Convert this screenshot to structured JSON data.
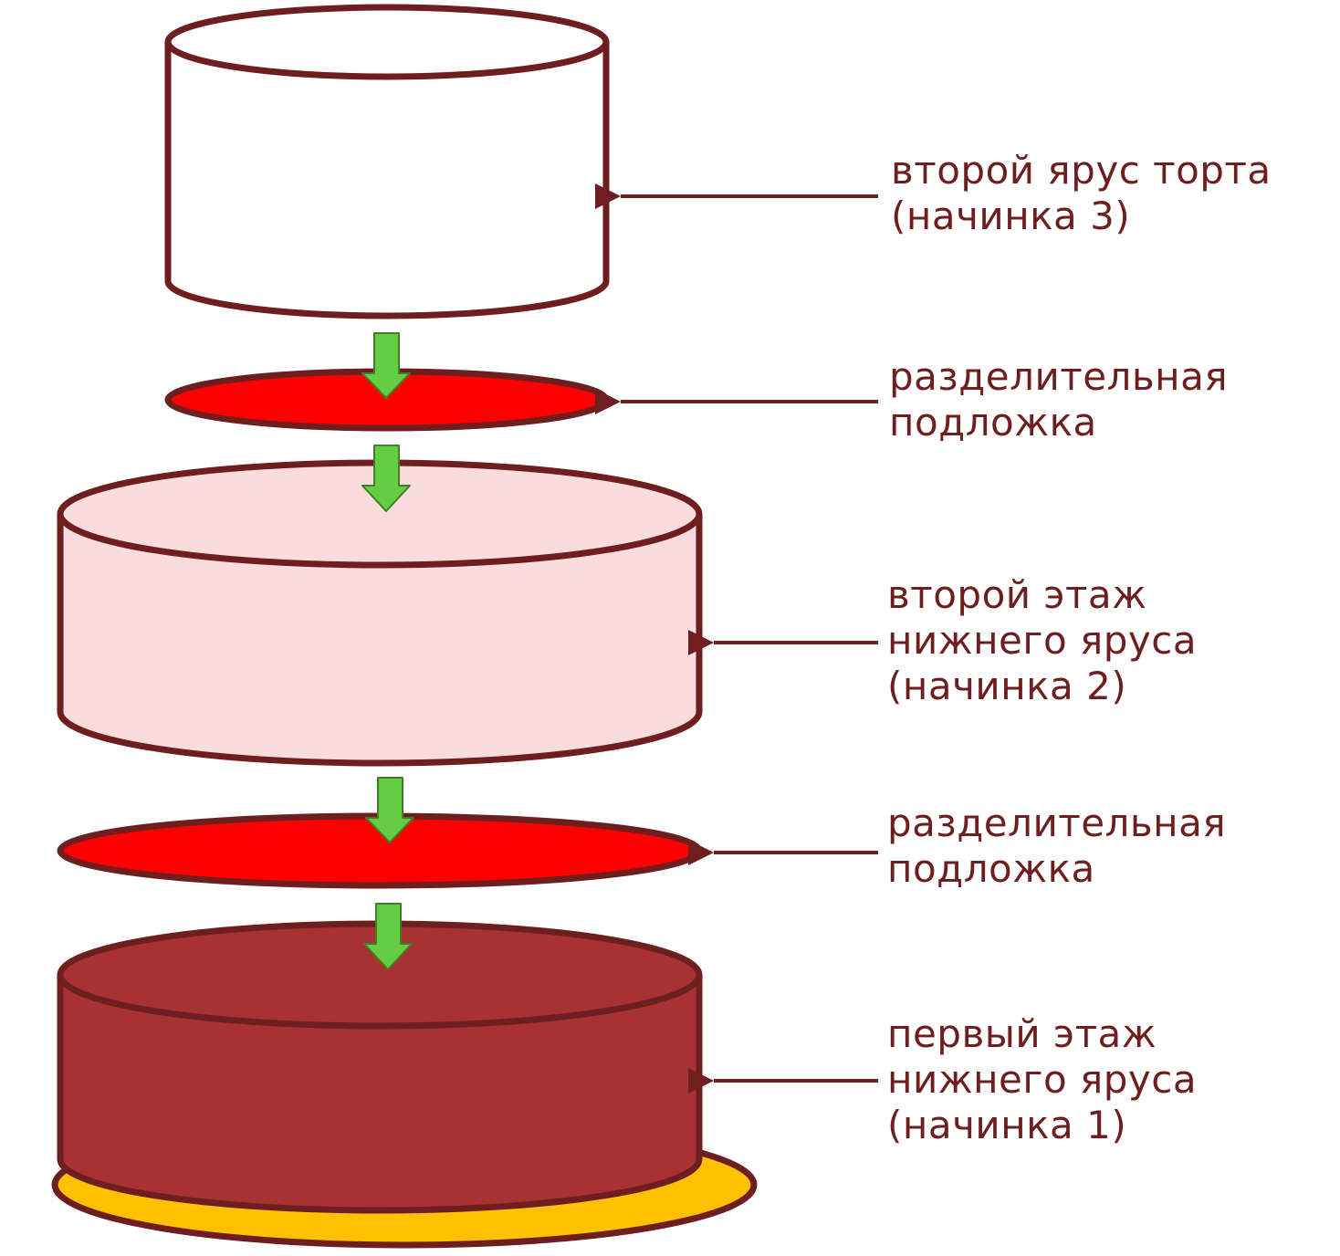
{
  "colors": {
    "outline": "#6e1e1e",
    "top_tier_fill": "#ffffff",
    "separator_fill": "#ff0000",
    "middle_layer_fill": "#f9dcdc",
    "bottom_layer_fill": "#a83232",
    "base_board_fill": "#ffc000",
    "arrow_fill": "#66cc44",
    "arrow_stroke": "#3f7f25"
  },
  "labels": {
    "top_tier": {
      "line1": "второй ярус торта",
      "line2": "(начинка 3)"
    },
    "separator_upper": {
      "line1": "разделительная",
      "line2": "подложка"
    },
    "middle_layer": {
      "line1": "второй этаж",
      "line2": "нижнего яруса",
      "line3": "(начинка 2)"
    },
    "separator_lower": {
      "line1": "разделительная",
      "line2": "подложка"
    },
    "bottom_layer": {
      "line1": "первый этаж",
      "line2": "нижнего яруса",
      "line3": "(начинка 1)"
    }
  }
}
